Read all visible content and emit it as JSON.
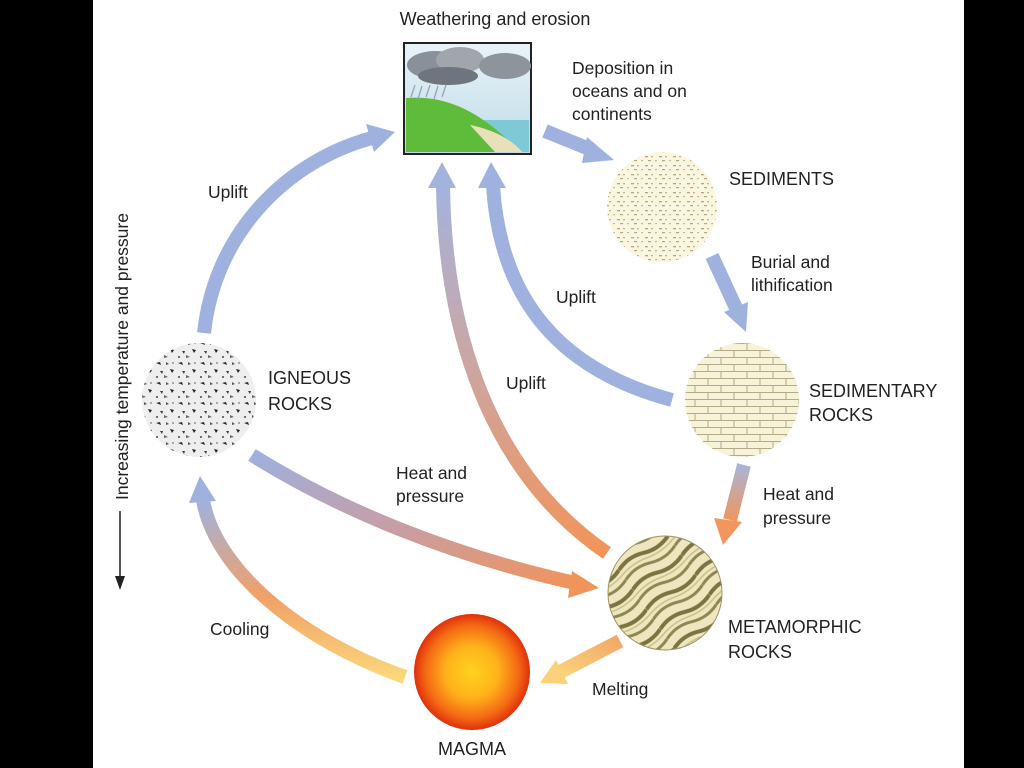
{
  "side_label": "Increasing temperature and pressure",
  "nodes": {
    "weathering": {
      "label": "Weathering and erosion"
    },
    "sediments": {
      "label": "SEDIMENTS"
    },
    "sedimentary": {
      "label_line1": "SEDIMENTARY",
      "label_line2": "ROCKS"
    },
    "metamorphic": {
      "label_line1": "METAMORPHIC",
      "label_line2": "ROCKS"
    },
    "magma": {
      "label": "MAGMA"
    },
    "igneous": {
      "label_line1": "IGNEOUS",
      "label_line2": "ROCKS"
    }
  },
  "processes": {
    "deposition": {
      "line1": "Deposition in",
      "line2": "oceans and on",
      "line3": "continents"
    },
    "burial": {
      "line1": "Burial and",
      "line2": "lithification"
    },
    "heat_right": {
      "line1": "Heat and",
      "line2": "pressure"
    },
    "heat_center": {
      "line1": "Heat and",
      "line2": "pressure"
    },
    "melting": {
      "label": "Melting"
    },
    "cooling": {
      "label": "Cooling"
    },
    "uplift_left": {
      "label": "Uplift"
    },
    "uplift_inner": {
      "label": "Uplift"
    },
    "uplift_center": {
      "label": "Uplift"
    }
  },
  "colors": {
    "cool_arrow": "#9fb0dc",
    "warm_arrow": "#f2a06a",
    "hot_arrow": "#f7c46a",
    "magma_core": "#ffd21e",
    "magma_edge": "#e8320e"
  }
}
